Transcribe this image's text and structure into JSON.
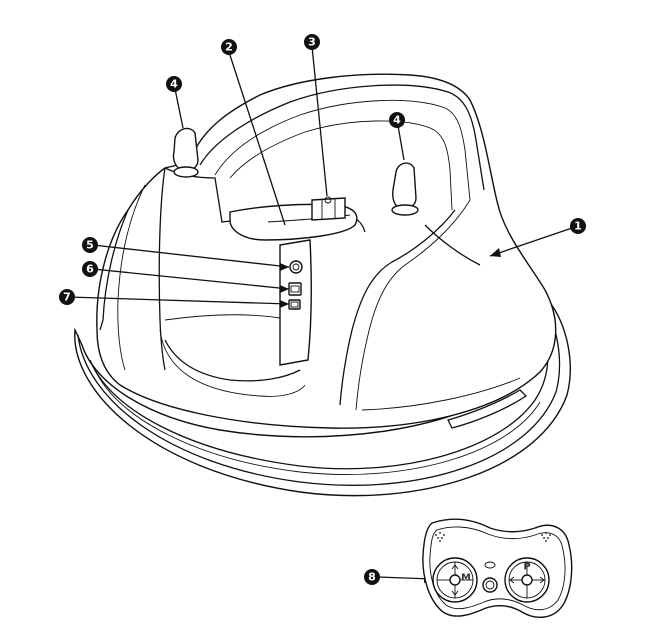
{
  "callouts": [
    {
      "id": 1,
      "label": "1"
    },
    {
      "id": 2,
      "label": "2"
    },
    {
      "id": 3,
      "label": "3"
    },
    {
      "id": 4,
      "label": "4"
    },
    {
      "id": 5,
      "label": "5"
    },
    {
      "id": 6,
      "label": "6"
    },
    {
      "id": 7,
      "label": "7"
    },
    {
      "id": 8,
      "label": "8"
    }
  ],
  "remote": {
    "left_pad_letter": "M",
    "right_pad_letter": "P"
  },
  "colors": {
    "callout_fill": "#111111",
    "callout_text": "#ffffff",
    "line": "#111111"
  }
}
